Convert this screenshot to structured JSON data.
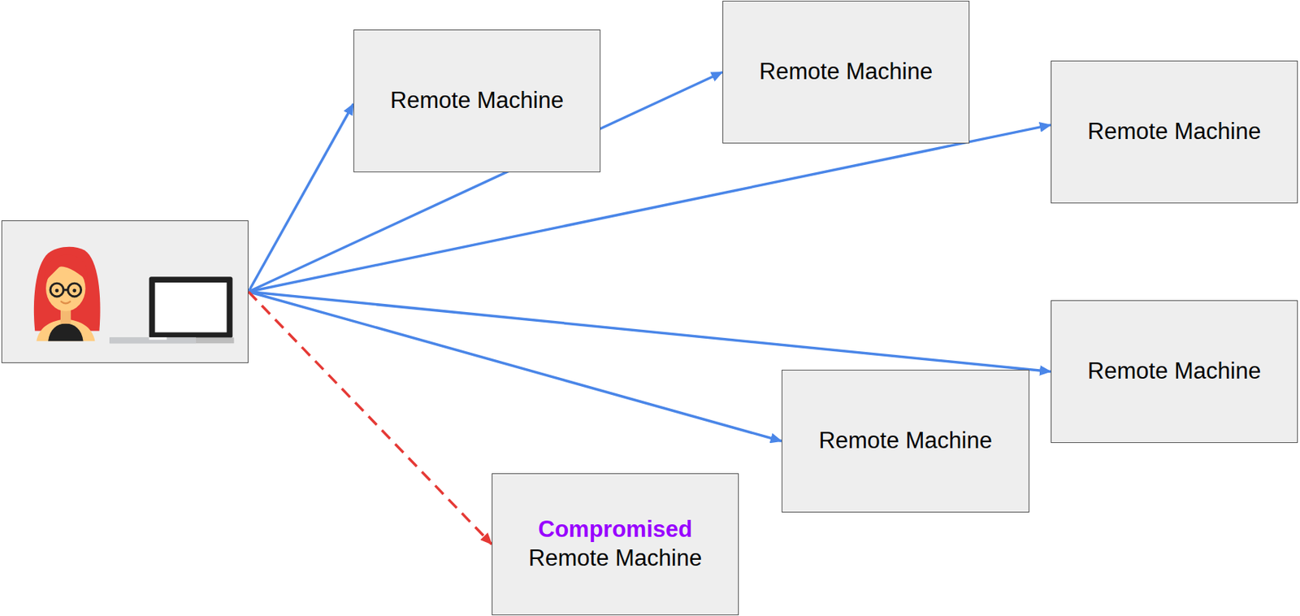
{
  "diagram": {
    "nodes": [
      {
        "text": []
      },
      {
        "text": [
          "Remote Machine"
        ]
      },
      {
        "text": [
          "Remote Machine"
        ]
      },
      {
        "text": [
          "Remote Machine"
        ]
      },
      {
        "text": [
          "Remote Machine"
        ]
      },
      {
        "text": [
          "Remote Machine"
        ]
      },
      {
        "text": [
          "Compromised",
          "Remote Machine"
        ]
      }
    ],
    "edges": [
      {
        "from": 0,
        "to": 1,
        "arrow": "to"
      },
      {
        "from": 0,
        "to": 2,
        "arrow": "to"
      },
      {
        "from": 0,
        "to": 3,
        "arrow": "to"
      },
      {
        "from": 0,
        "to": 4,
        "arrow": "to"
      },
      {
        "from": 0,
        "to": 5,
        "arrow": "to"
      },
      {
        "from": 0,
        "to": 6,
        "arrow": "to"
      }
    ]
  }
}
